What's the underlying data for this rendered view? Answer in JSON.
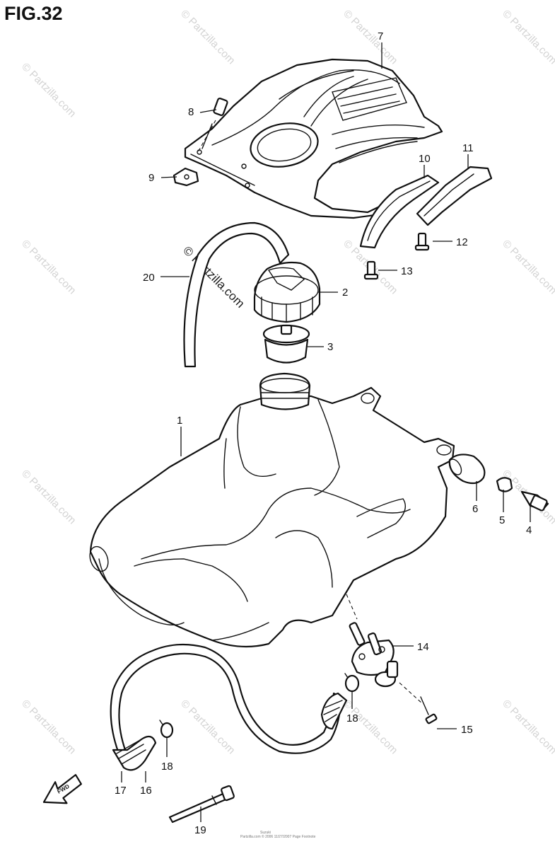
{
  "figure": {
    "title": "FIG.32"
  },
  "watermark": {
    "text": "© Partzilla.com",
    "main_text": "© Partzilla.com"
  },
  "callouts": [
    "1",
    "2",
    "3",
    "4",
    "5",
    "6",
    "7",
    "8",
    "9",
    "10",
    "11",
    "12",
    "13",
    "14",
    "15",
    "16",
    "17",
    "18",
    "18",
    "19",
    "20"
  ],
  "forward_label": "FWD",
  "footer": {
    "line1": "Suzuki",
    "line2": "Partzilla.com © 2006  11/27/2007 Page Footnote"
  }
}
